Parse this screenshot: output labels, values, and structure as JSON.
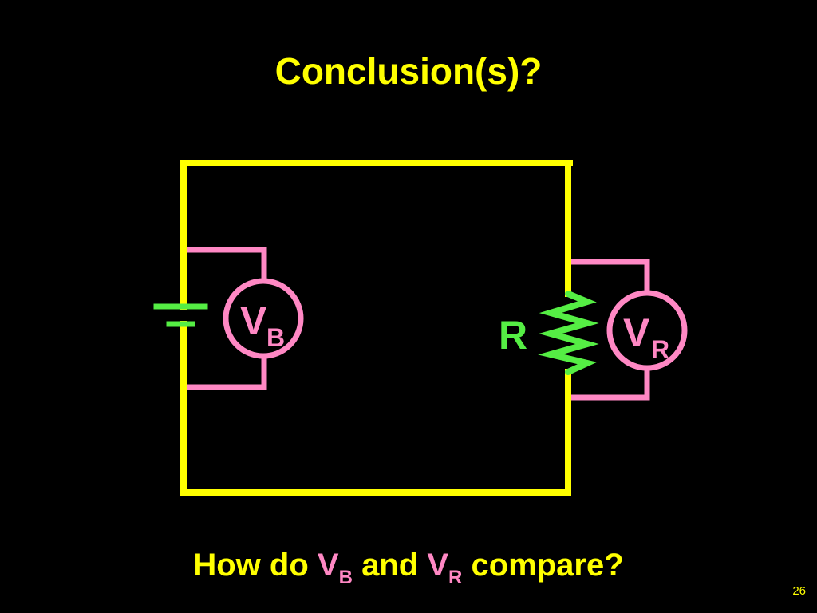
{
  "slide": {
    "title": "Conclusion(s)?",
    "page_number": "26"
  },
  "colors": {
    "background": "#000000",
    "wire": "#ffff00",
    "meter": "#ff88c4",
    "component": "#55ee44",
    "text_yellow": "#ffff00"
  },
  "circuit": {
    "battery_voltmeter": {
      "symbol": "V",
      "subscript": "B"
    },
    "resistor": {
      "label": "R"
    },
    "resistor_voltmeter": {
      "symbol": "V",
      "subscript": "R"
    }
  },
  "question": {
    "part1": "How do",
    "v1_symbol": "V",
    "v1_subscript": "B",
    "part2": "and",
    "v2_symbol": "V",
    "v2_subscript": "R",
    "part3": "compare?"
  }
}
